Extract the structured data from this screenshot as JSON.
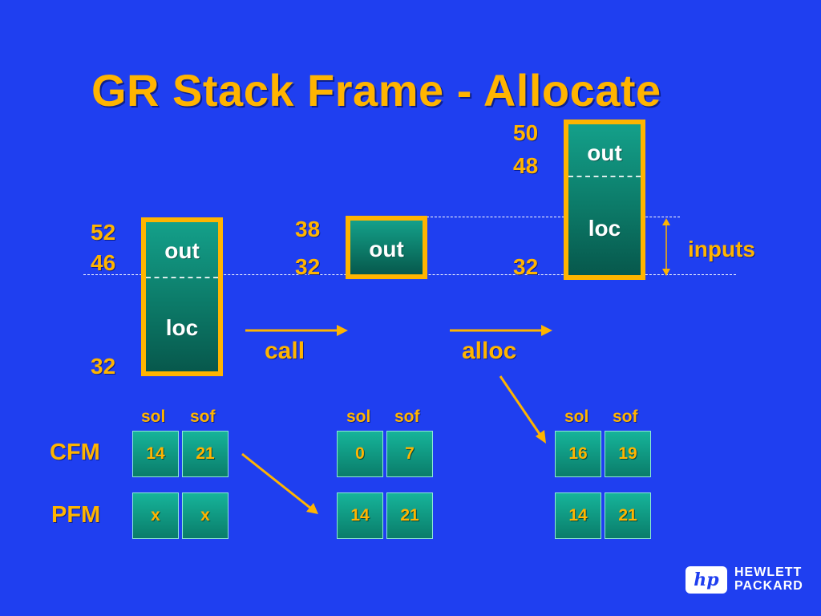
{
  "title": "GR Stack Frame - Allocate",
  "frames": {
    "before": {
      "top": "52",
      "mid": "46",
      "bottom": "32",
      "out": "out",
      "loc": "loc"
    },
    "after_call": {
      "top": "38",
      "bottom": "32",
      "out": "out"
    },
    "after_alloc": {
      "top": "50",
      "mid": "48",
      "bottom": "32",
      "out": "out",
      "loc": "loc"
    }
  },
  "arrows": {
    "call": "call",
    "alloc": "alloc"
  },
  "inputs_label": "inputs",
  "registers": {
    "cfm_label": "CFM",
    "pfm_label": "PFM",
    "sol": "sol",
    "sof": "sof",
    "g1": {
      "cfm_sol": "14",
      "cfm_sof": "21",
      "pfm_sol": "x",
      "pfm_sof": "x"
    },
    "g2": {
      "cfm_sol": "0",
      "cfm_sof": "7",
      "pfm_sol": "14",
      "pfm_sof": "21"
    },
    "g3": {
      "cfm_sol": "16",
      "cfm_sof": "19",
      "pfm_sol": "14",
      "pfm_sof": "21"
    }
  },
  "logo": {
    "mark": "hp",
    "line1": "HEWLETT",
    "line2": "PACKARD"
  },
  "colors": {
    "background": "#1f3ff0",
    "accent": "#ffb400",
    "cell": "#0c8a74"
  }
}
